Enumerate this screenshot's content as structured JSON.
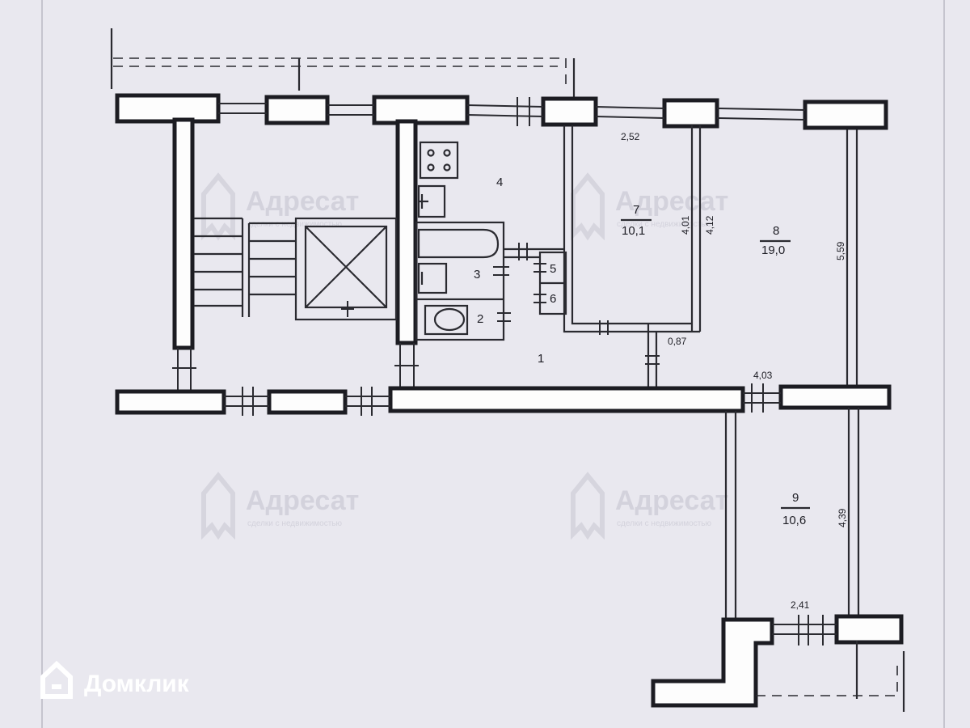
{
  "rooms": [
    {
      "number": "1"
    },
    {
      "number": "2"
    },
    {
      "number": "3"
    },
    {
      "number": "4"
    },
    {
      "number": "5"
    },
    {
      "number": "6"
    },
    {
      "number": "7",
      "area": "10,1"
    },
    {
      "number": "8",
      "area": "19,0"
    },
    {
      "number": "9",
      "area": "10,6"
    }
  ],
  "dimensions": {
    "d252": "2,52",
    "d401": "4,01",
    "d412": "4,12",
    "d559": "5,59",
    "d087": "0,87",
    "d403": "4,03",
    "d439": "4,39",
    "d241": "2,41"
  },
  "watermark": {
    "brand": "Адресат",
    "tagline": "сделки с недвижимостью",
    "icon": "house-icon"
  },
  "logo": {
    "brand": "Домклик",
    "icon": "domclick-house-icon"
  },
  "colors": {
    "paper": "#e9e8ef",
    "ink": "#1c1c22",
    "watermark": "#d3d2dc"
  }
}
